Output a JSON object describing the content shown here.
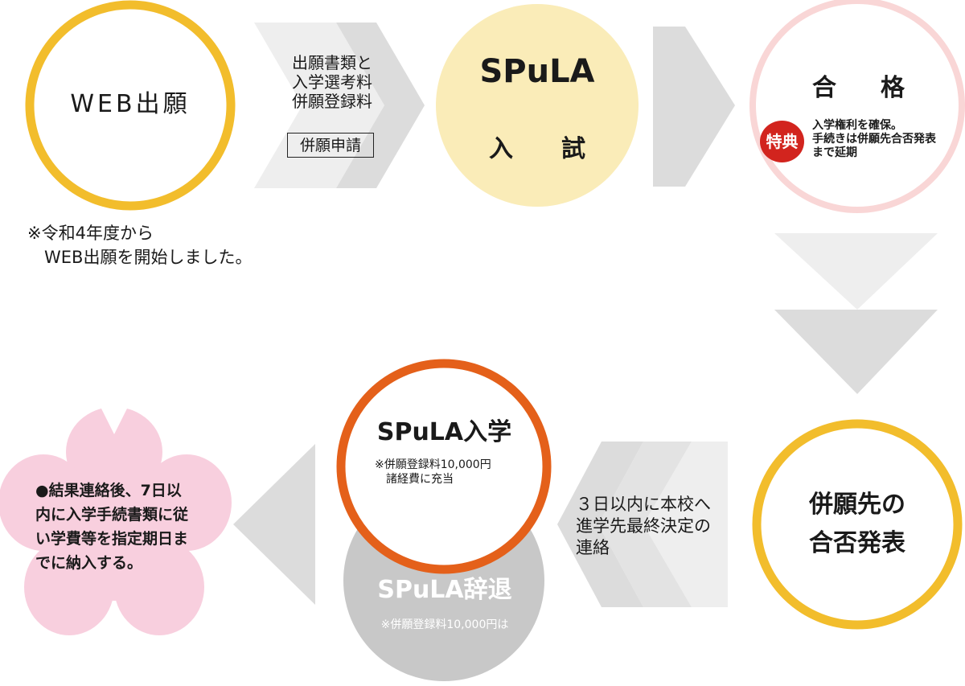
{
  "web_apply": {
    "label": "WEB出願",
    "note": "※令和4年度から\n　WEB出願を開始しました。"
  },
  "submit": {
    "documents": "出願書類と\n入学選考料\n併願登録料",
    "request_box": "併願申請"
  },
  "exam": {
    "title": "SPuLA",
    "subtitle": "入試"
  },
  "pass": {
    "title": "合格",
    "badge": "特典",
    "benefit": "入学権利を確保。\n手続きは併願先合否発表\nまで延期"
  },
  "other_result": {
    "label": "併願先の\n合否発表"
  },
  "notify": {
    "text": "３日以内に本校へ\n進学先最終決定の\n連絡"
  },
  "enroll": {
    "label": "SPuLA入学",
    "note": "※併願登録料10,000円\n　諸経費に充当"
  },
  "decline": {
    "label": "SPuLA辞退",
    "note": "※併願登録料10,000円は"
  },
  "final": {
    "text": "●結果連絡後、7日以内に入学手続書類に従い学費等を指定期日までに納入する。"
  },
  "colors": {
    "yellow_ring": "#f2bd2c",
    "pink_ring": "#f9d6d6",
    "exam_fill": "#faecb8",
    "orange_ring": "#e4601a",
    "decline_fill": "#c8c8c8",
    "badge_red": "#d2241e",
    "blossom_pink": "#f8cfde",
    "arrow_gray": "#dcdcdc",
    "arrow_light": "#eeeeee"
  }
}
